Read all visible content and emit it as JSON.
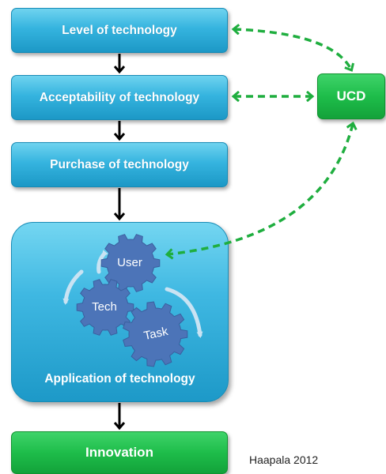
{
  "boxes": {
    "level": "Level of technology",
    "acceptability": "Acceptability of technology",
    "purchase": "Purchase of technology",
    "application": "Application of technology",
    "innovation": "Innovation",
    "ucd": "UCD"
  },
  "gears": {
    "user": "User",
    "tech": "Tech",
    "task": "Task"
  },
  "credit": "Haapala 2012",
  "colors": {
    "blue_box": "#35b4df",
    "green_box": "#1ebd4a",
    "gear": "#4c74b8",
    "dashed_arrow": "#1fae3f",
    "solid_arrow": "#000000"
  }
}
